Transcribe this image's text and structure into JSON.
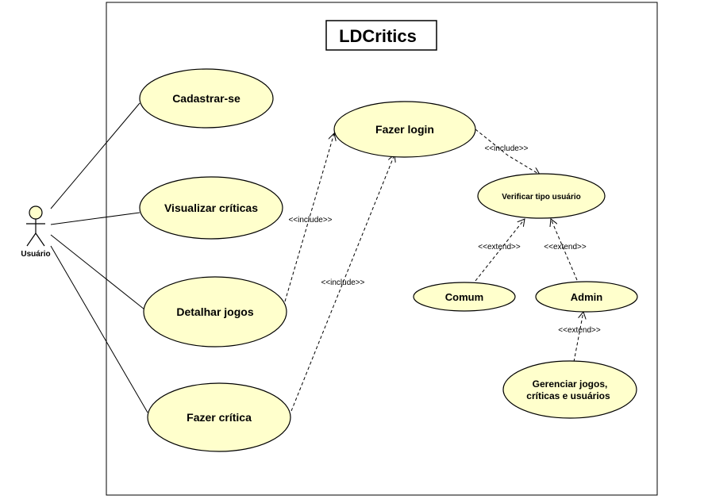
{
  "system": {
    "title": "LDCritics"
  },
  "actor": {
    "name": "Usuário"
  },
  "use_cases": {
    "cadastrar": "Cadastrar-se",
    "visualizar": "Visualizar críticas",
    "detalhar": "Detalhar jogos",
    "fazer_critica": "Fazer crítica",
    "login": "Fazer login",
    "verificar": "Verificar tipo usuário",
    "comum": "Comum",
    "admin": "Admin",
    "gerenciar_line1": "Gerenciar jogos,",
    "gerenciar_line2": "críticas e usuários"
  },
  "relations": {
    "include_detalhar_login": "<<include>>",
    "include_critica_login": "<<include>>",
    "include_login_verificar": "<<include>>",
    "extend_comum": "<<extend>>",
    "extend_admin": "<<extend>>",
    "extend_gerenciar": "<<extend>>"
  },
  "colors": {
    "usecase_fill": "#ffffcc",
    "stroke": "#000000"
  }
}
